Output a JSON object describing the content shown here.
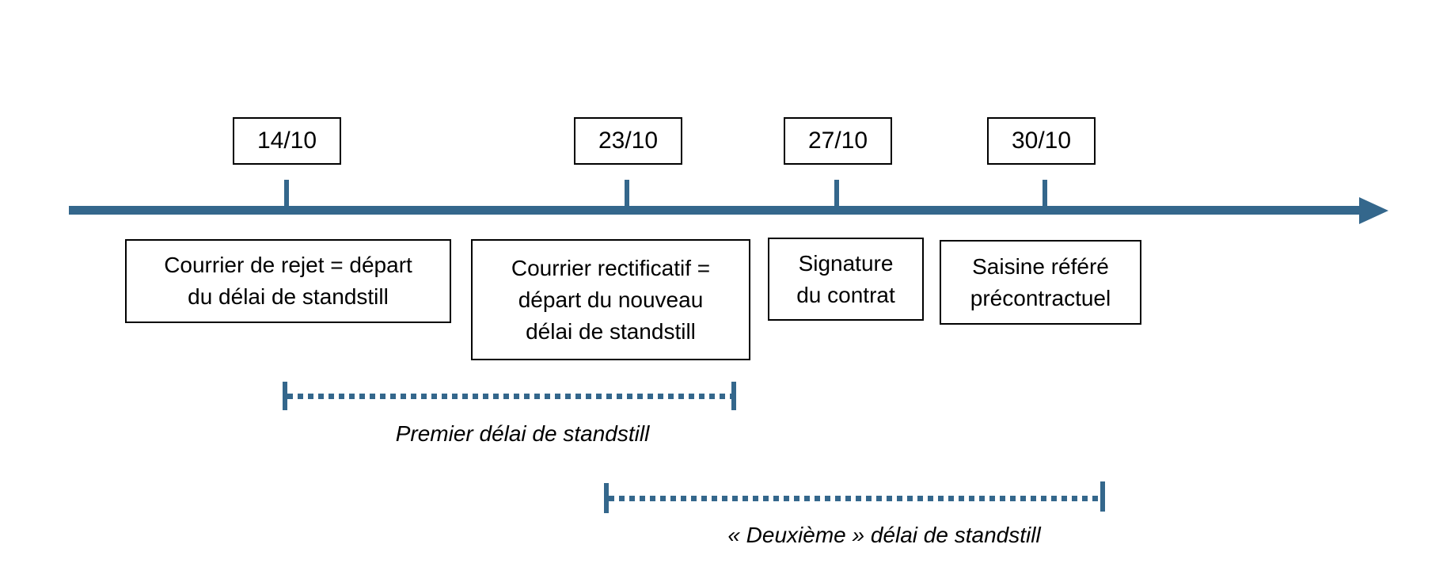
{
  "timeline": {
    "colors": {
      "accent": "#34678c",
      "text": "#000000",
      "background": "#ffffff"
    },
    "dates": [
      {
        "label": "14/10"
      },
      {
        "label": "23/10"
      },
      {
        "label": "27/10"
      },
      {
        "label": "30/10"
      }
    ],
    "events": [
      {
        "lines": [
          "Courrier de rejet = départ",
          "du délai de standstill"
        ]
      },
      {
        "lines": [
          "Courrier rectificatif =",
          "départ du nouveau",
          "délai de standstill"
        ]
      },
      {
        "lines": [
          "Signature",
          "du contrat"
        ]
      },
      {
        "lines": [
          "Saisine référé",
          "précontractuel"
        ]
      }
    ],
    "intervals": [
      {
        "label": "Premier délai de standstill"
      },
      {
        "label": "« Deuxième » délai de standstill"
      }
    ]
  }
}
